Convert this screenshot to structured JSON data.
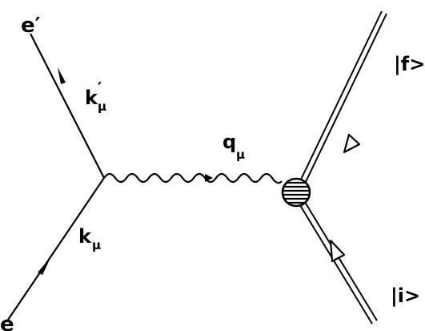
{
  "labels": {
    "electron_out": "e′",
    "electron_in": "e",
    "k_out_main": "k",
    "k_out_prime": "′",
    "k_out_sub": "μ",
    "k_in_main": "k",
    "k_in_sub": "μ",
    "q_main": "q",
    "q_sub": "μ",
    "final_state": "|f>",
    "initial_state": "|i>"
  },
  "colors": {
    "ink": "#000000",
    "background": "#ffffff"
  }
}
